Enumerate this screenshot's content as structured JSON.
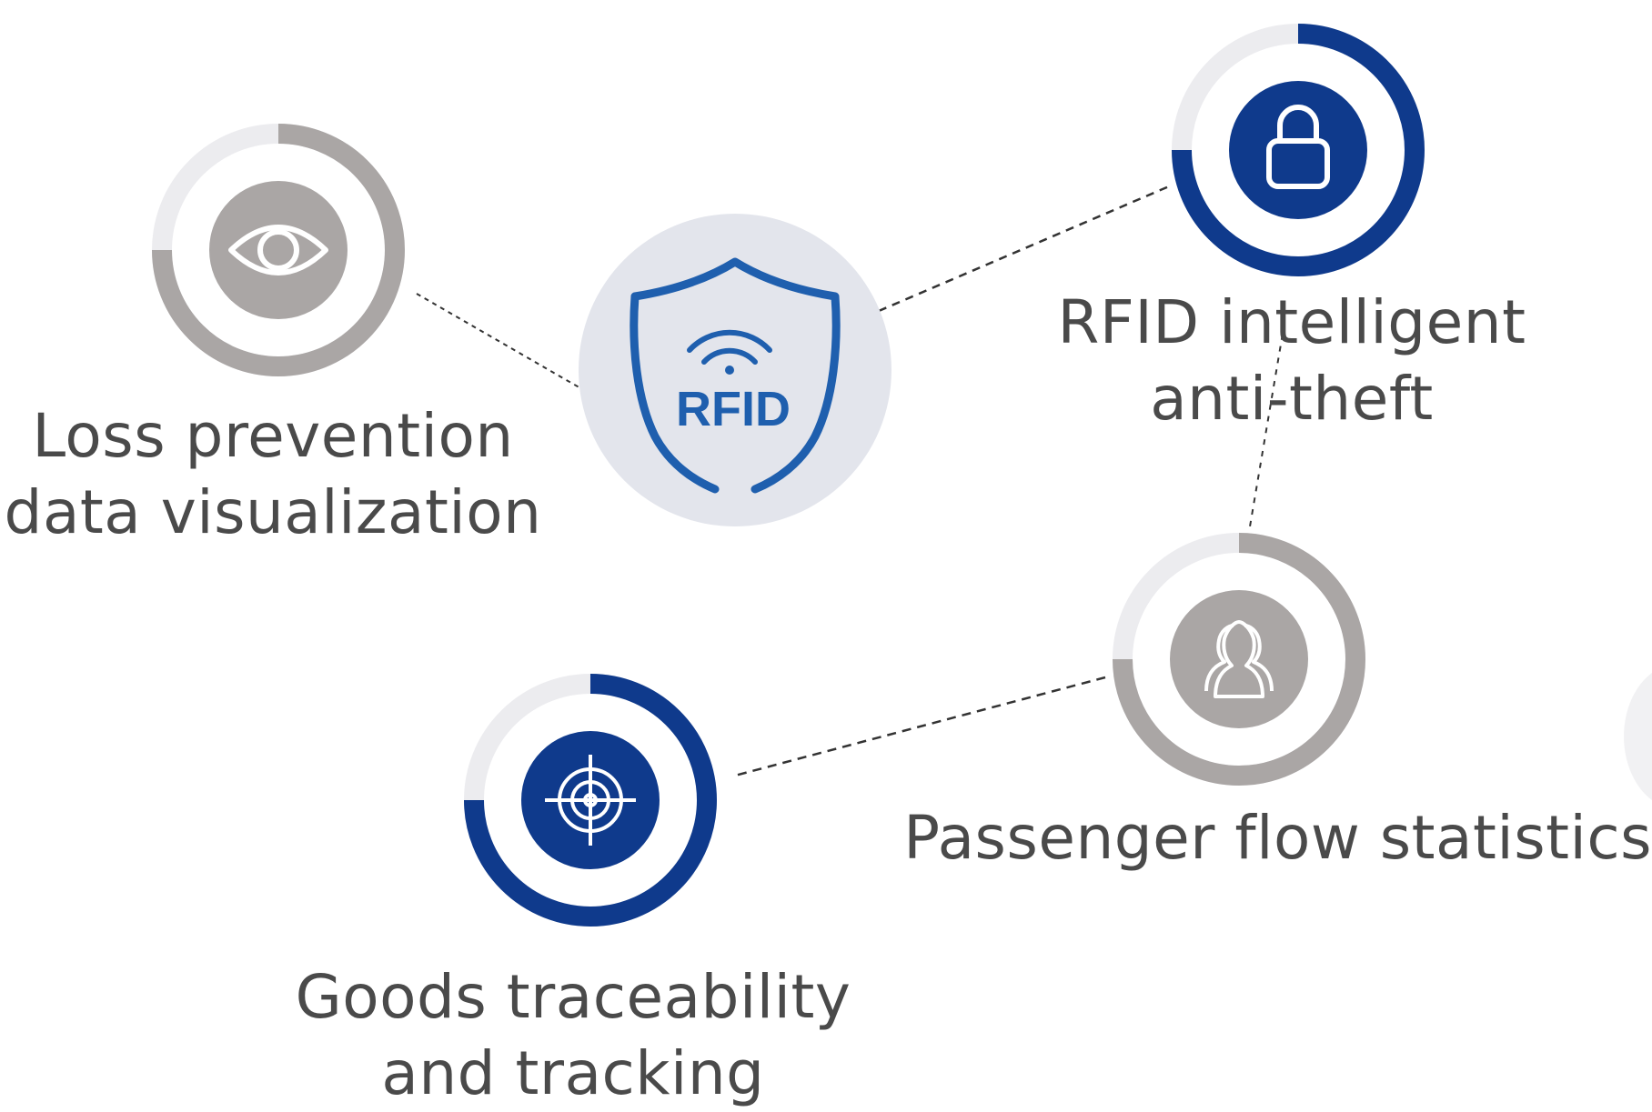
{
  "center": {
    "badge_text": "RFID",
    "color": "#1f5fae",
    "bg": "#e3e5ec"
  },
  "features": [
    {
      "id": "loss-prevention",
      "lines": [
        "Loss prevention",
        "data visualization"
      ],
      "icon": "eye-icon",
      "theme": "gray"
    },
    {
      "id": "anti-theft",
      "lines": [
        "RFID intelligent",
        "anti-theft"
      ],
      "icon": "lock-icon",
      "theme": "blue"
    },
    {
      "id": "passenger-flow",
      "lines": [
        "Passenger flow statistics"
      ],
      "icon": "people-icon",
      "theme": "gray"
    },
    {
      "id": "goods-traceability",
      "lines": [
        "Goods traceability",
        "and tracking"
      ],
      "icon": "target-icon",
      "theme": "blue"
    }
  ],
  "colors": {
    "blue": "#0f3a8c",
    "gray": "#aaa6a5",
    "track": "#ececef",
    "line": "#333333",
    "text": "#4a4a4a"
  }
}
